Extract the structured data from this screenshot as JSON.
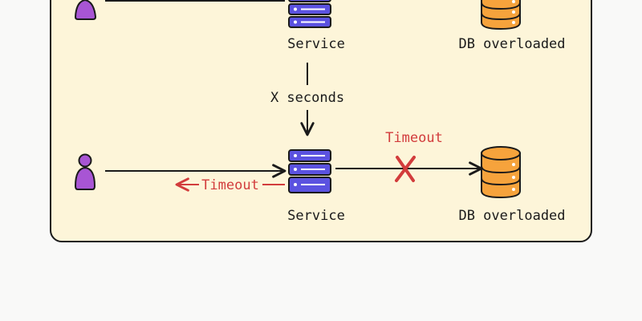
{
  "top_row": {
    "service_label": "Service",
    "db_label": "DB overloaded"
  },
  "middle": {
    "wait_label": "X seconds"
  },
  "bottom_row": {
    "service_label": "Service",
    "db_label": "DB overloaded",
    "db_timeout_label": "Timeout",
    "user_timeout_label": "Timeout",
    "failure_mark": "X"
  },
  "colors": {
    "panel_fill": "#fdf5d9",
    "panel_border": "#1a1a1a",
    "user": "#a855d4",
    "server": "#5b52e0",
    "database": "#f6a33c",
    "error": "#d23c3c",
    "arrow": "#1a1a1a"
  },
  "icons": {
    "user": "person-icon",
    "service": "server-stack-icon",
    "database": "database-cylinder-icon",
    "failure": "x-mark-icon"
  }
}
